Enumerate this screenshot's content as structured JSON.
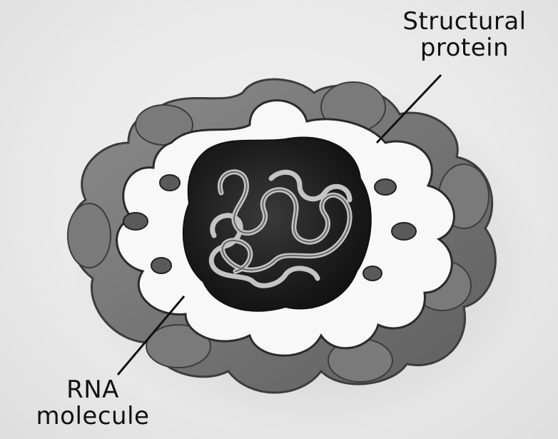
{
  "diagram": {
    "labels": {
      "structural_protein": [
        "Structural",
        "protein"
      ],
      "rna_molecule": [
        "RNA",
        "molecule"
      ]
    },
    "colors": {
      "background": "#ececec",
      "capsid_light": "#f7f7f7",
      "capsid_dark": "#6f6f6f",
      "core_dark": "#1e1e1e",
      "rna_strand": "#bdbdbd",
      "leader_line": "#111111"
    }
  }
}
